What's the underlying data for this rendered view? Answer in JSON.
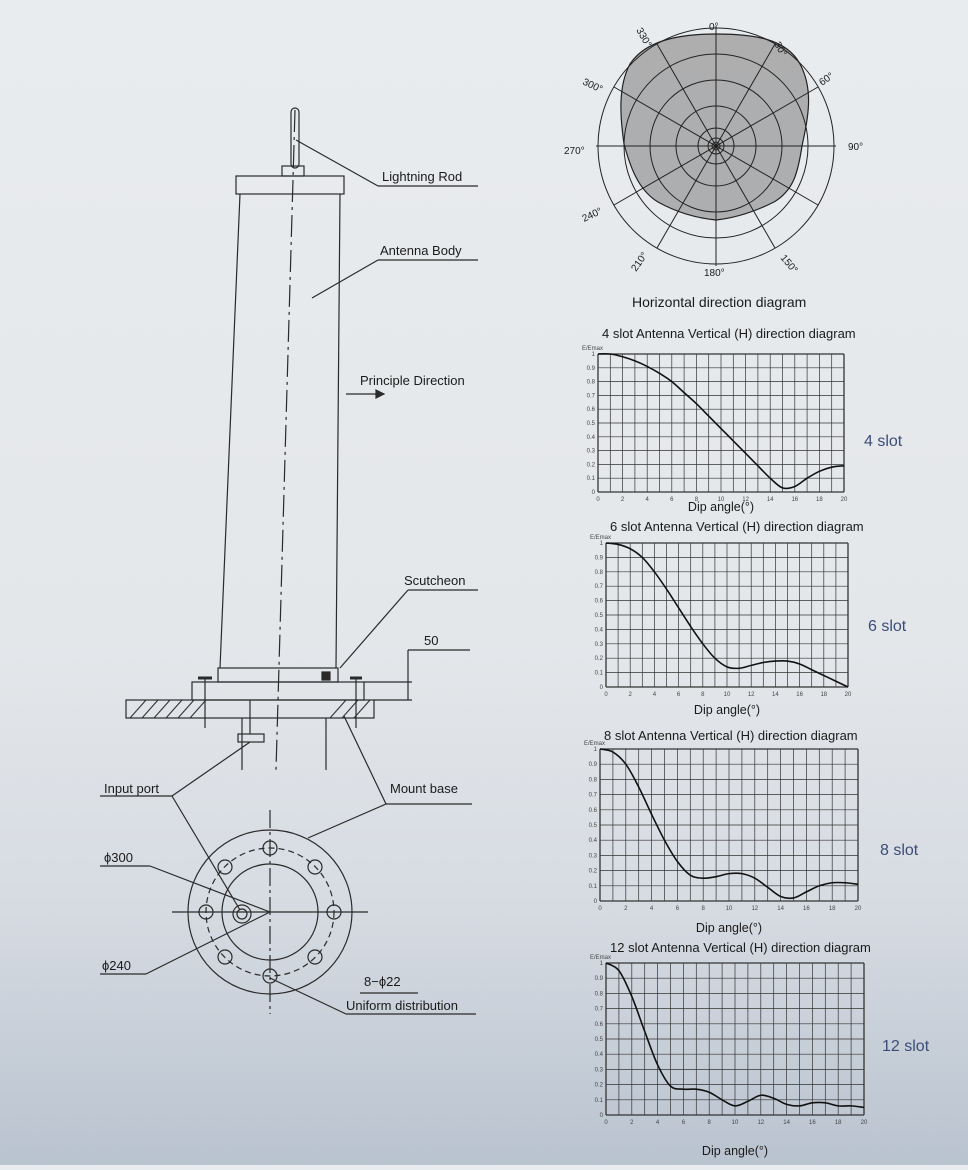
{
  "mechanical": {
    "labels": {
      "lightning_rod": "Lightning Rod",
      "antenna_body": "Antenna Body",
      "principle_direction": "Principle Direction",
      "scutcheon": "Scutcheon",
      "dim_50": "50",
      "input_port": "Input port",
      "mount_base": "Mount base",
      "phi300": "ϕ300",
      "phi240": "ϕ240",
      "holes": "8−ϕ22",
      "uniform": "Uniform distribution"
    }
  },
  "polar": {
    "angles": [
      "0°",
      "30°",
      "60°",
      "90°",
      "150°",
      "180°",
      "210°",
      "240°",
      "270°",
      "300°",
      "330°"
    ],
    "caption": "Horizontal direction diagram"
  },
  "chart_data": [
    {
      "type": "line",
      "title": "4 slot Antenna Vertical (H) direction diagram",
      "slot_label": "4 slot",
      "ylabel": "E/Emax",
      "xlabel": "Dip angle(°)",
      "xlim": [
        0,
        20
      ],
      "ylim": [
        0,
        1
      ],
      "x_ticks": [
        "0",
        "2",
        "4",
        "6",
        "8",
        "10",
        "12",
        "14",
        "16",
        "18",
        "20"
      ],
      "y_ticks": [
        "0",
        "0.1",
        "0.2",
        "0.3",
        "0.4",
        "0.5",
        "0.6",
        "0.7",
        "0.8",
        "0.9",
        "1"
      ],
      "grid": true,
      "x": [
        0,
        1,
        2,
        3,
        4,
        5,
        6,
        7,
        8,
        9,
        10,
        11,
        12,
        13,
        14,
        15,
        16,
        17,
        18,
        19,
        20
      ],
      "y": [
        1,
        1,
        0.98,
        0.95,
        0.91,
        0.86,
        0.8,
        0.72,
        0.64,
        0.55,
        0.46,
        0.37,
        0.28,
        0.19,
        0.1,
        0.03,
        0.04,
        0.1,
        0.15,
        0.18,
        0.19
      ]
    },
    {
      "type": "line",
      "title": "6 slot Antenna Vertical (H) direction diagram",
      "slot_label": "6 slot",
      "ylabel": "E/Emax",
      "xlabel": "Dip angle(°)",
      "xlim": [
        0,
        20
      ],
      "ylim": [
        0,
        1
      ],
      "x_ticks": [
        "0",
        "2",
        "4",
        "6",
        "8",
        "10",
        "12",
        "14",
        "16",
        "18",
        "20"
      ],
      "y_ticks": [
        "0",
        "0.1",
        "0.2",
        "0.3",
        "0.4",
        "0.5",
        "0.6",
        "0.7",
        "0.8",
        "0.9",
        "1"
      ],
      "grid": true,
      "x": [
        0,
        1,
        2,
        3,
        4,
        5,
        6,
        7,
        8,
        9,
        10,
        11,
        12,
        13,
        14,
        15,
        16,
        17,
        18,
        19,
        20
      ],
      "y": [
        1,
        0.99,
        0.96,
        0.9,
        0.8,
        0.68,
        0.55,
        0.42,
        0.3,
        0.2,
        0.14,
        0.13,
        0.15,
        0.17,
        0.18,
        0.18,
        0.16,
        0.12,
        0.08,
        0.04,
        0
      ]
    },
    {
      "type": "line",
      "title": "8 slot Antenna Vertical (H) direction diagram",
      "slot_label": "8 slot",
      "ylabel": "E/Emax",
      "xlabel": "Dip angle(°)",
      "xlim": [
        0,
        20
      ],
      "ylim": [
        0,
        1
      ],
      "x_ticks": [
        "0",
        "2",
        "4",
        "6",
        "8",
        "10",
        "12",
        "14",
        "16",
        "18",
        "20"
      ],
      "y_ticks": [
        "0",
        "0.1",
        "0.2",
        "0.3",
        "0.4",
        "0.5",
        "0.6",
        "0.7",
        "0.8",
        "0.9",
        "1"
      ],
      "grid": true,
      "x": [
        0,
        1,
        2,
        3,
        4,
        5,
        6,
        7,
        8,
        9,
        10,
        11,
        12,
        13,
        14,
        15,
        16,
        17,
        18,
        19,
        20
      ],
      "y": [
        1,
        0.98,
        0.9,
        0.75,
        0.57,
        0.4,
        0.26,
        0.17,
        0.15,
        0.16,
        0.18,
        0.18,
        0.15,
        0.09,
        0.03,
        0.02,
        0.06,
        0.1,
        0.12,
        0.12,
        0.11
      ]
    },
    {
      "type": "line",
      "title": "12 slot Antenna Vertical (H) direction diagram",
      "slot_label": "12 slot",
      "ylabel": "E/Emax",
      "xlabel": "Dip angle(°)",
      "xlim": [
        0,
        20
      ],
      "ylim": [
        0,
        1
      ],
      "x_ticks": [
        "0",
        "2",
        "4",
        "6",
        "8",
        "10",
        "12",
        "14",
        "16",
        "18",
        "20"
      ],
      "y_ticks": [
        "0",
        "0.1",
        "0.2",
        "0.3",
        "0.4",
        "0.5",
        "0.6",
        "0.7",
        "0.8",
        "0.9",
        "1"
      ],
      "grid": true,
      "x": [
        0,
        1,
        2,
        3,
        4,
        5,
        6,
        7,
        8,
        9,
        10,
        11,
        12,
        13,
        14,
        15,
        16,
        17,
        18,
        19,
        20
      ],
      "y": [
        1,
        0.95,
        0.78,
        0.55,
        0.33,
        0.19,
        0.17,
        0.17,
        0.15,
        0.1,
        0.06,
        0.09,
        0.13,
        0.11,
        0.07,
        0.06,
        0.08,
        0.08,
        0.06,
        0.06,
        0.05
      ]
    }
  ]
}
